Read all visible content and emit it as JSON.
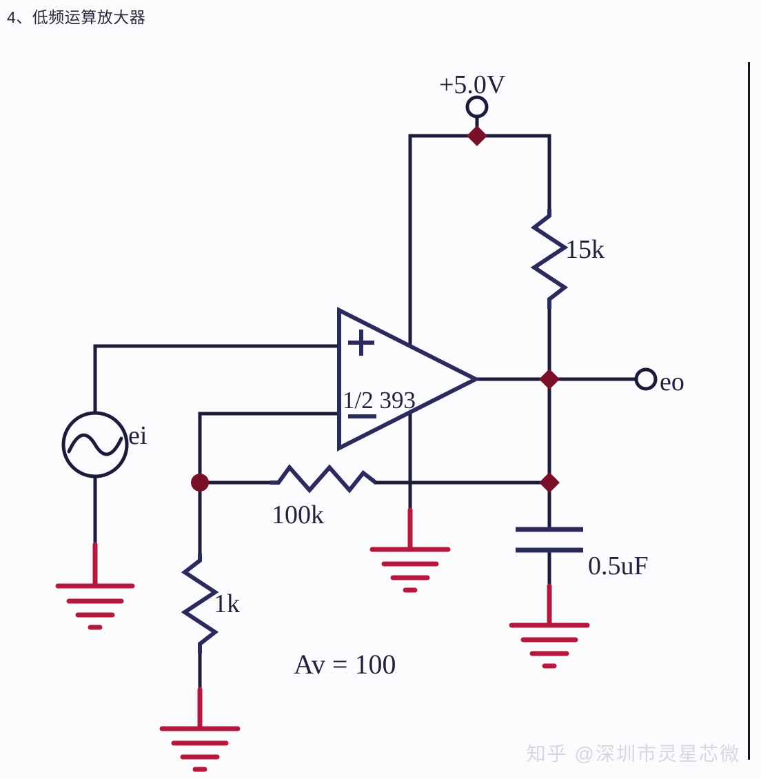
{
  "title": "4、低频运算放大器",
  "watermark": "知乎 @深圳市灵星芯微",
  "colors": {
    "wire": "#1b1b3a",
    "ground": "#b4183c",
    "node": "#7a0f2a",
    "text": "#22223c",
    "background": "#fbfbfd",
    "rule": "#15151f",
    "watermark": "#d6d8de"
  },
  "schematic": {
    "name": "low-frequency-op-amp-amplifier",
    "supply": {
      "label": "+5.0V",
      "terminal": "open-circle"
    },
    "output": {
      "label": "eo",
      "terminal": "open-circle"
    },
    "source": {
      "label": "ei",
      "symbol": "ac-sine-source"
    },
    "opamp": {
      "label": "1/2 393",
      "plus": "+",
      "minus": "−"
    },
    "components": [
      {
        "id": "r-load",
        "ref": "15k",
        "type": "resistor",
        "orientation": "vertical"
      },
      {
        "id": "r-feedback",
        "ref": "100k",
        "type": "resistor",
        "orientation": "horizontal"
      },
      {
        "id": "r-input",
        "ref": "1k",
        "type": "resistor",
        "orientation": "vertical"
      },
      {
        "id": "c-output",
        "ref": "0.5uF",
        "type": "capacitor",
        "orientation": "vertical"
      }
    ],
    "annotation": "Av = 100",
    "grounds": [
      {
        "id": "gnd-source"
      },
      {
        "id": "gnd-r-input"
      },
      {
        "id": "gnd-opamp-neg"
      },
      {
        "id": "gnd-capacitor"
      }
    ]
  }
}
